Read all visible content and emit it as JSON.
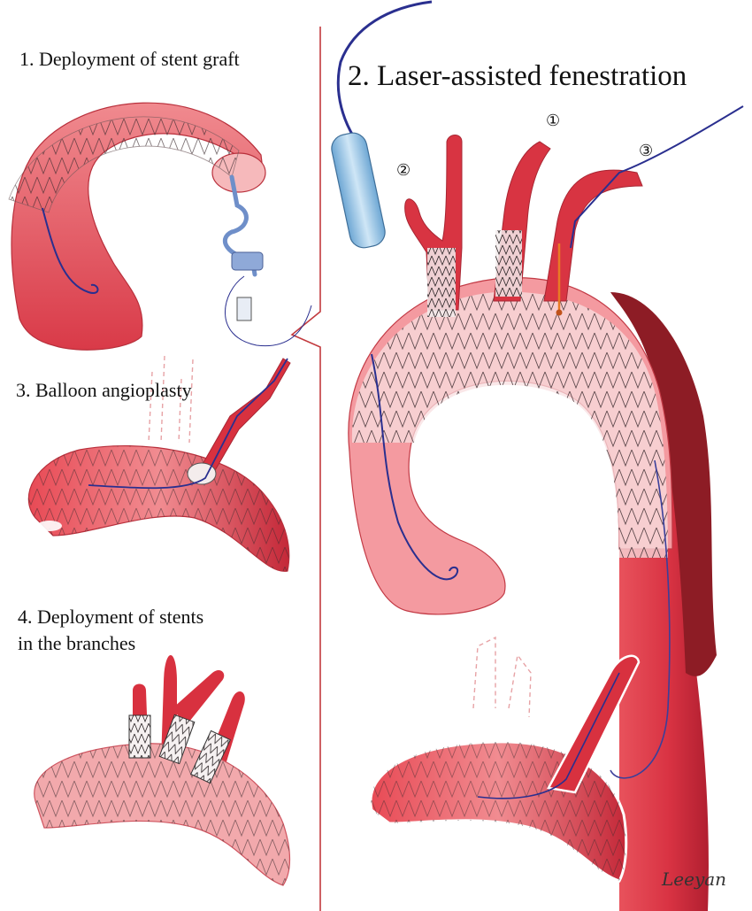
{
  "steps": {
    "step1": "1. Deployment of stent graft",
    "step2": "2. Laser-assisted fenestration",
    "step3": "3. Balloon angioplasty",
    "step4_line1": "4. Deployment of stents",
    "step4_line2": "in the branches"
  },
  "branch_numbers": {
    "n1": "①",
    "n2": "②",
    "n3": "③"
  },
  "signature": "Leeyan",
  "colors": {
    "vessel_dark": "#c4273a",
    "vessel_mid": "#e8525c",
    "vessel_light": "#f4a3a6",
    "vessel_pale": "#fbd9da",
    "dissection": "#8d1c25",
    "guidewire": "#2a2f8f",
    "catheter": "#9fc9e8",
    "divider": "#c23a3e"
  }
}
